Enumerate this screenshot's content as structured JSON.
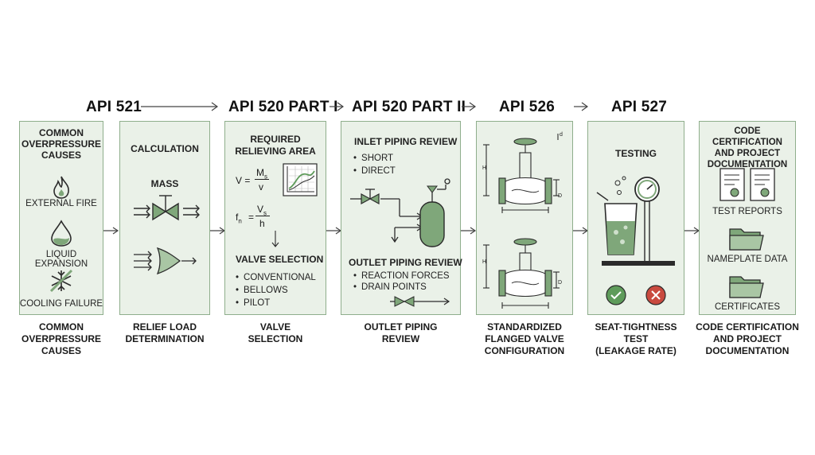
{
  "headers": {
    "api521": "API 521",
    "api520_1": "API 520 PART I",
    "api520_2": "API 520 PART II",
    "api526": "API 526",
    "api527": "API 527"
  },
  "panel1": {
    "title": "COMMON\nOVERPRESSURE\nCAUSES",
    "items": [
      "EXTERNAL FIRE",
      "LIQUID EXPANSION",
      "COOLING FAILURE"
    ],
    "caption": "COMMON\nOVERPRESSURE\nCAUSES"
  },
  "panel2": {
    "title": "CALCULATION",
    "mass": "MASS",
    "caption": "RELIEF LOAD\nDETERMINATION"
  },
  "panel3": {
    "title": "REQUIRED\nRELIEVING AREA",
    "eq1_lhs": "V =",
    "eq1_num": "M",
    "eq1_num_sub": "s",
    "eq1_den": "v",
    "eq2_lhs": "f",
    "eq2_lhs_sub": "n",
    "eq2_eq": "=",
    "eq2_num": "V",
    "eq2_num_sub": "s",
    "eq2_den": "h",
    "valve_title": "VALVE SELECTION",
    "bullets": [
      "CONVENTIONAL",
      "BELLOWS",
      "PILOT"
    ],
    "caption": "VALVE\nSELECTION"
  },
  "panel4": {
    "inlet_title": "INLET PIPING REVIEW",
    "inlet_bullets": [
      "SHORT",
      "DIRECT"
    ],
    "outlet_title": "OUTLET PIPING REVIEW",
    "outlet_bullets": [
      "REACTION FORCES",
      "DRAIN POINTS"
    ],
    "caption": "OUTLET PIPING\nREVIEW"
  },
  "panel5": {
    "dim_h": "H",
    "dim_d": "D",
    "dim_d_small": "d",
    "caption": "STANDARDIZED\nFLANGED VALVE\nCONFIGURATION"
  },
  "panel6": {
    "title": "TESTING",
    "caption": "SEAT-TIGHTNESS\nTEST\n(LEAKAGE RATE)"
  },
  "panel7": {
    "title": "CODE CERTIFICATION\nAND PROJECT\nDOCUMENTATION",
    "items": [
      "TEST REPORTS",
      "NAMEPLATE DATA",
      "CERTIFICATES"
    ],
    "caption": "CODE CERTIFICATION\nAND PROJECT\nDOCUMENTATION"
  },
  "colors": {
    "panel_bg": "#eaf1e8",
    "panel_border": "#8fae8c",
    "accent_green": "#7fa77a",
    "dark": "#2b2b2b",
    "fail_red": "#c94a3f",
    "pass_green": "#5e9b5a"
  }
}
